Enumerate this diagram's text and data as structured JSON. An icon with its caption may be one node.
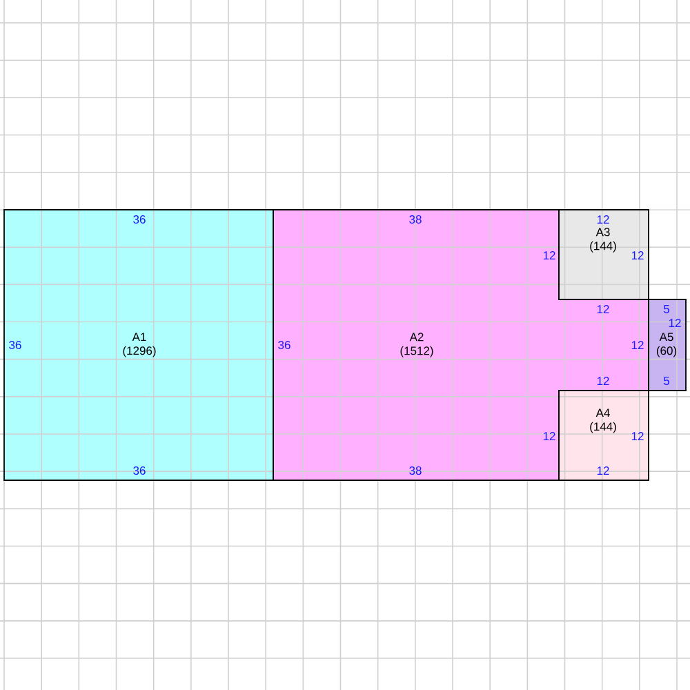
{
  "diagram": {
    "nodes": [
      {
        "text": [
          "A1",
          "(1296)"
        ]
      },
      {
        "text": [
          "A2",
          "(1512)"
        ]
      },
      {
        "text": [
          "A3",
          "(144)"
        ]
      },
      {
        "text": [
          "A4",
          "(144)"
        ]
      },
      {
        "text": [
          "A5",
          "(60)"
        ]
      }
    ],
    "labels": [
      "36",
      "38",
      "12",
      "12",
      "12",
      "12",
      "5",
      "12",
      "36",
      "36",
      "12",
      "12",
      "5",
      "12",
      "12",
      "36",
      "38",
      "12"
    ]
  }
}
